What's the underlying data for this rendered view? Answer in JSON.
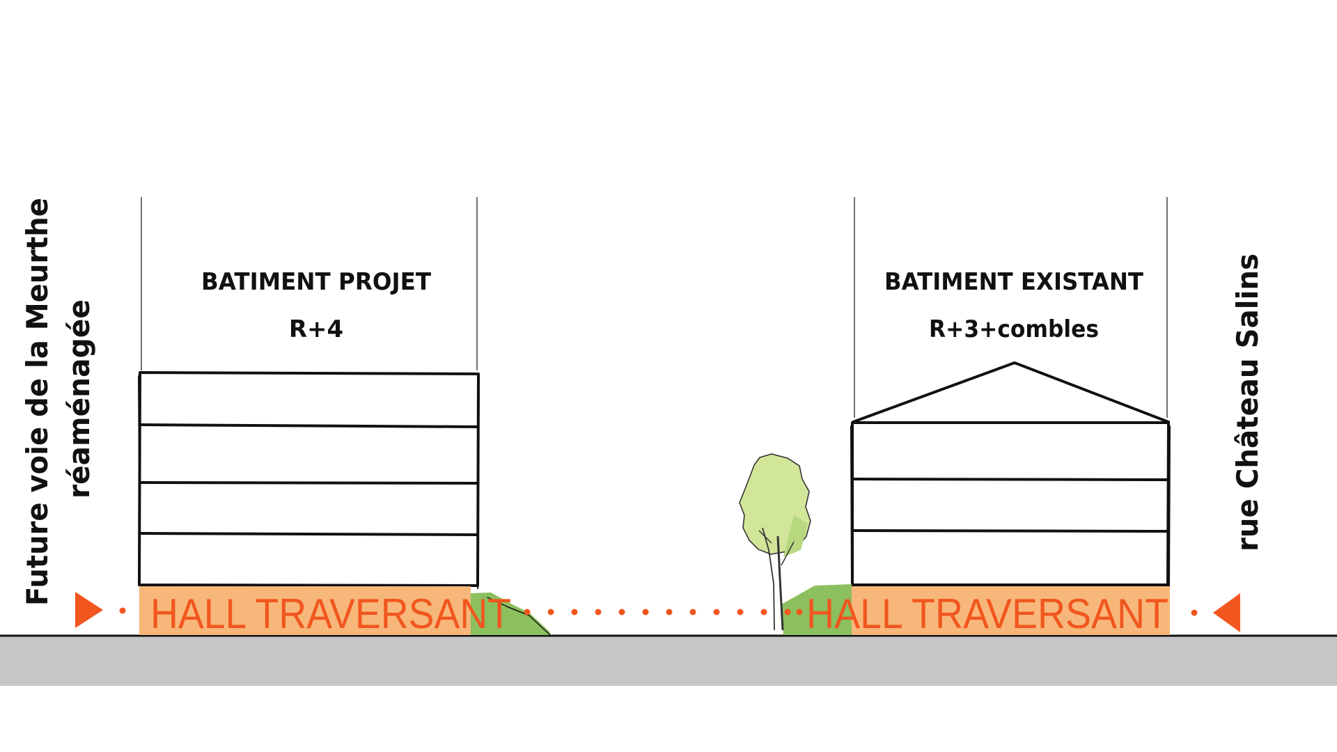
{
  "labels": {
    "left_street_line1": "Future voie de la Meurthe",
    "left_street_line2": "réaménagée",
    "right_street": "rue Château Salins",
    "project_building_title": "BATIMENT PROJET",
    "project_building_height": "R+4",
    "existing_building_title": "BATIMENT EXISTANT",
    "existing_building_height": "R+3+combles",
    "hall_left": "HALL TRAVERSANT",
    "hall_right": "HALL TRAVERSANT"
  },
  "colors": {
    "ink": "#111111",
    "accent_orange": "#f1561f",
    "hall_fill": "#f8b77a",
    "ground": "#c6c6c6",
    "vegetation": "#8cbf5e",
    "tree_foliage": "#d2e69a"
  },
  "icons": {
    "left_arrow": "triangle-right-icon",
    "right_arrow": "triangle-left-icon",
    "tree": "tree-icon",
    "shrub": "shrub-icon"
  }
}
